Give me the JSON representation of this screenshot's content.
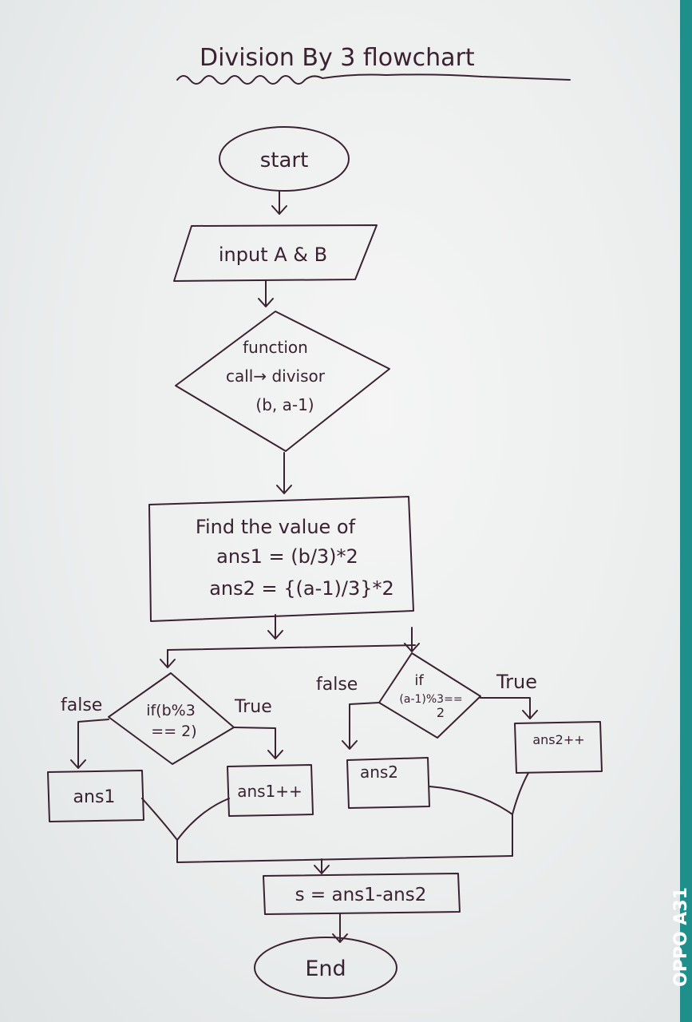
{
  "title": "Division By 3 flowchart",
  "start_label": "start",
  "input_label": "input A & B",
  "function_call": {
    "line1": "function",
    "line2": "call→ divisor",
    "line3": "(b, a-1)"
  },
  "process": {
    "line1": "Find the value of",
    "line2": "ans1 = (b/3)*2",
    "line3": "ans2 = {(a-1)/3}*2"
  },
  "decision_left": {
    "line1": "if(b%3",
    "line2": "== 2)",
    "false_label": "false",
    "true_label": "True"
  },
  "decision_right": {
    "line1": "if",
    "line2": "(a-1)%3==",
    "line3": "2",
    "false_label": "false",
    "true_label": "True"
  },
  "box_ans1": "ans1",
  "box_ans1_inc": "ans1++",
  "box_ans2": "ans2",
  "box_ans2_inc": "ans2++",
  "result_label": "s = ans1-ans2",
  "end_label": "End",
  "watermark": "OPPO A31",
  "colors": {
    "ink": "#3a2230",
    "paper": "#eceeee",
    "edge": "#1f8f8c"
  }
}
